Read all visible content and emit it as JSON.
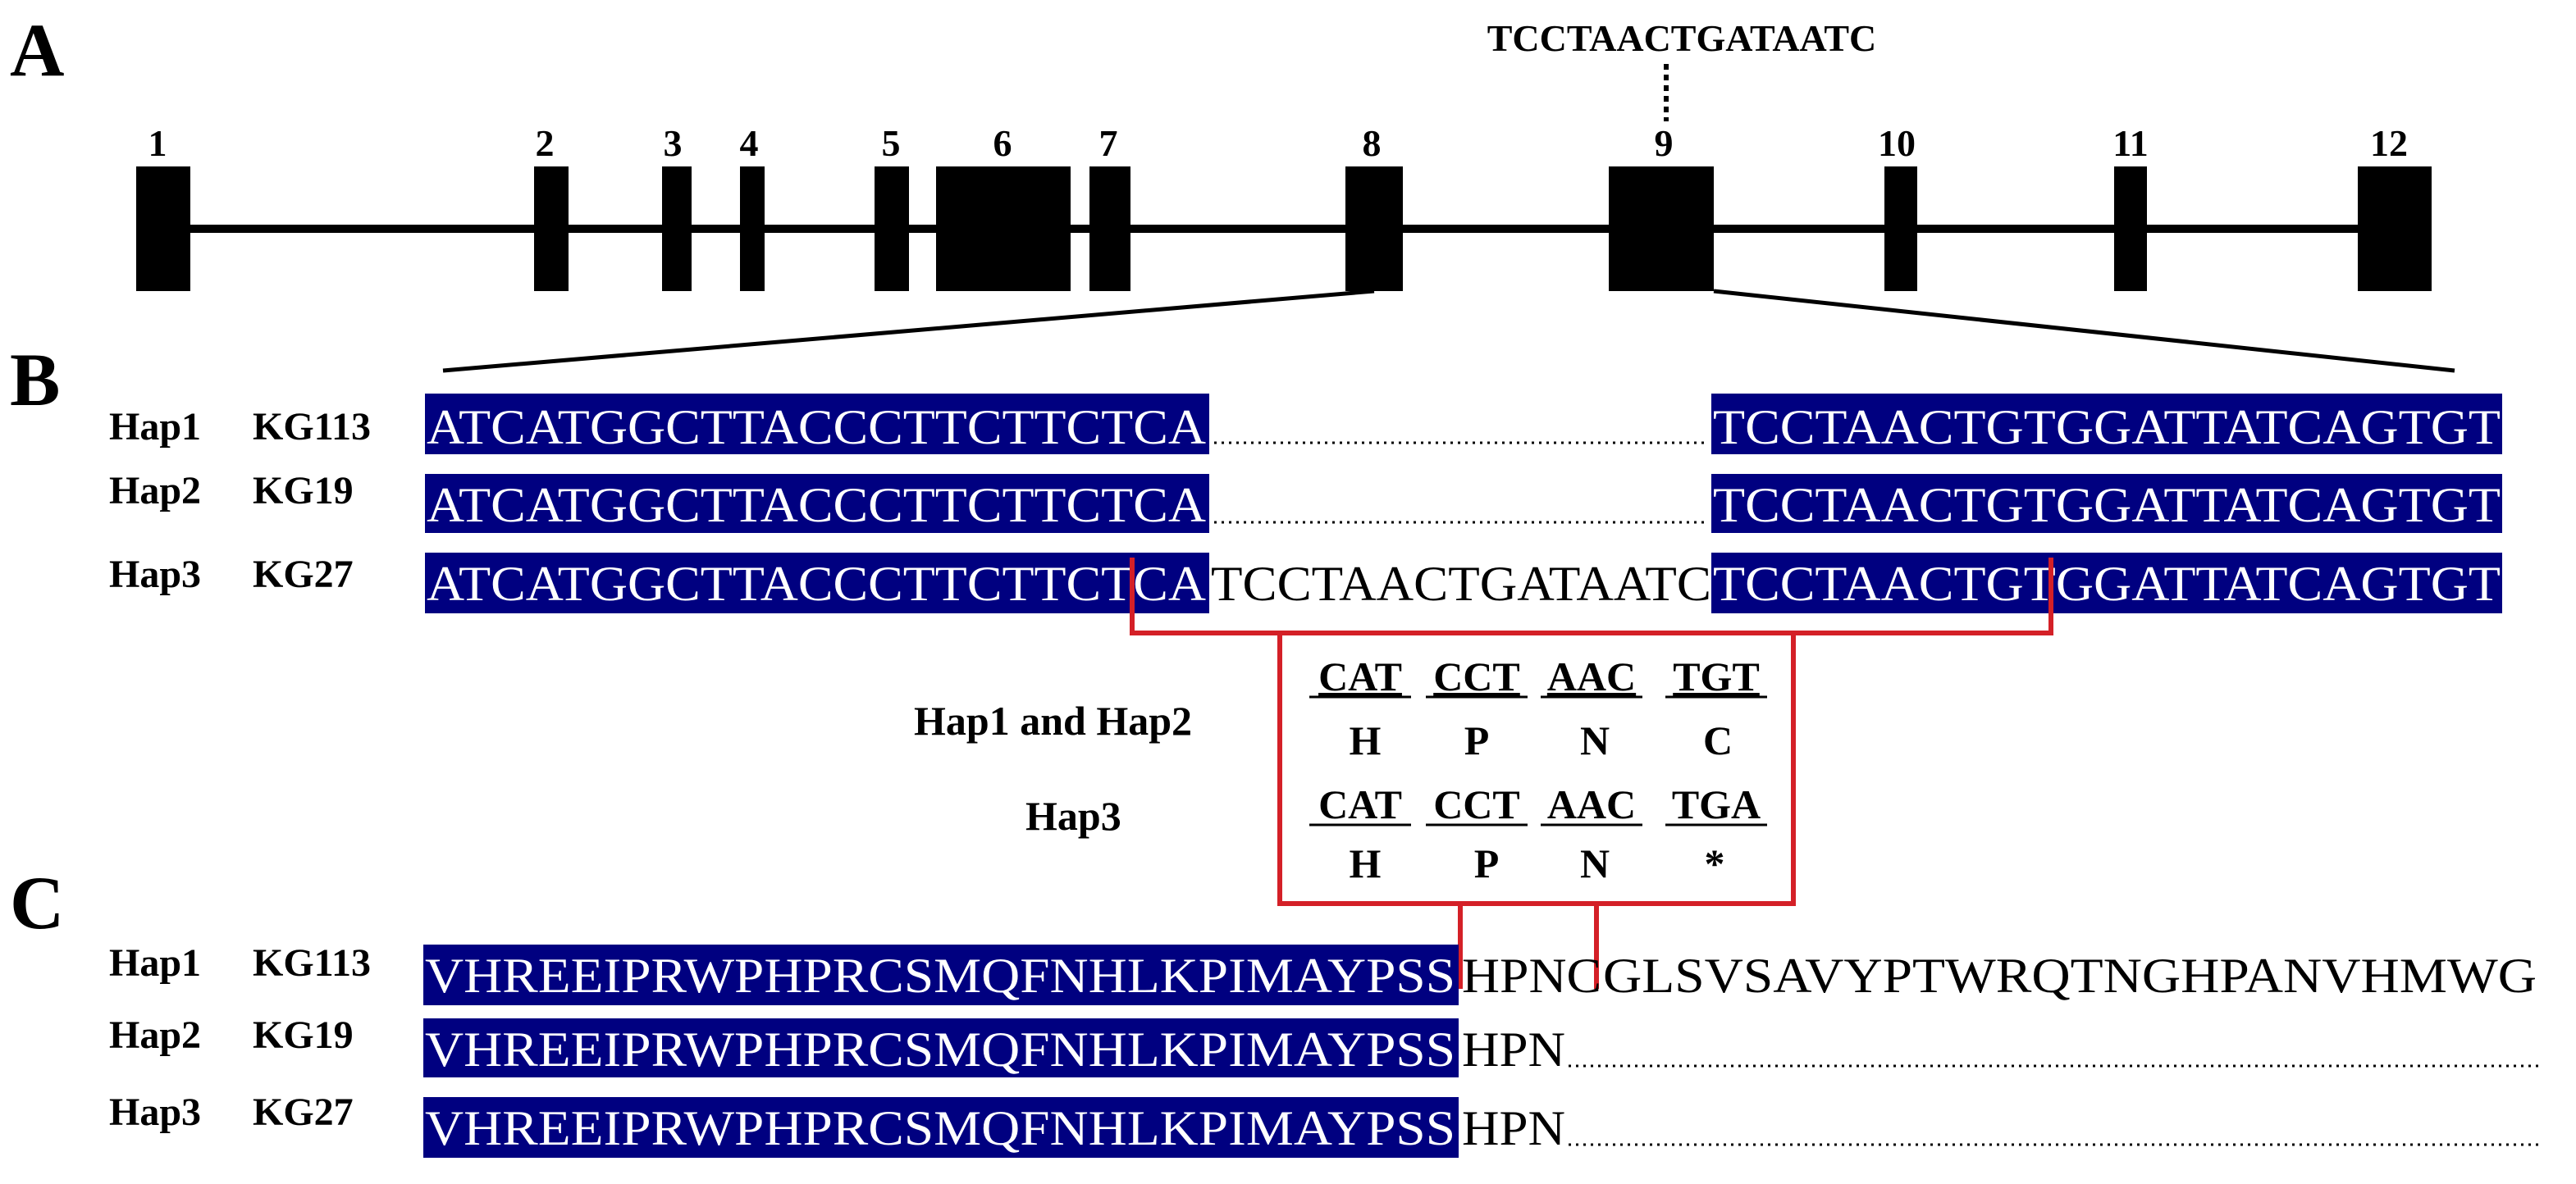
{
  "panels": {
    "a": "A",
    "b": "B",
    "c": "C"
  },
  "insertion_label": "TCCTAACTGATAATC",
  "exons": [
    "1",
    "2",
    "3",
    "4",
    "5",
    "6",
    "7",
    "8",
    "9",
    "10",
    "11",
    "12"
  ],
  "colors": {
    "highlight": "#000080",
    "bracket": "#d42027",
    "text": "#000000"
  },
  "panel_b": {
    "rows": [
      {
        "hap": "Hap1",
        "id": "KG113",
        "left": "ATCATGGCTTACCCTTCTTCTCA",
        "middle": "",
        "right": "TCCTAACTGTGGATTATCAGTGT"
      },
      {
        "hap": "Hap2",
        "id": "KG19",
        "left": "ATCATGGCTTACCCTTCTTCTCA",
        "middle": "",
        "right": "TCCTAACTGTGGATTATCAGTGT"
      },
      {
        "hap": "Hap3",
        "id": "KG27",
        "left": "ATCATGGCTTACCCTTCTTCTCA",
        "middle": "TCCTAACTGATAATC",
        "right": "TCCTAACTGTGGATTATCAGTGT"
      }
    ]
  },
  "codons": {
    "label1": "Hap1 and Hap2",
    "label2": "Hap3",
    "hap12_codons": [
      "CAT",
      "CCT",
      "AAC",
      "TGT"
    ],
    "hap12_aa": [
      "H",
      "P",
      "N",
      "C"
    ],
    "hap3_codons": [
      "CAT",
      "CCT",
      "AAC",
      "TGA"
    ],
    "hap3_aa": [
      "H",
      "P",
      "N",
      "*"
    ]
  },
  "panel_c": {
    "rows": [
      {
        "hap": "Hap1",
        "id": "KG113",
        "highlight": "VHREEIPRWPHPRCSMQFNHLKPIMAYPSS",
        "tail1": "HPNC",
        "tail2": "GLSVSAVYPTWRQTNGHPANVHMWG"
      },
      {
        "hap": "Hap2",
        "id": "KG19",
        "highlight": "VHREEIPRWPHPRCSMQFNHLKPIMAYPSS",
        "tail1": "HPN",
        "tail2": ""
      },
      {
        "hap": "Hap3",
        "id": "KG27",
        "highlight": "VHREEIPRWPHPRCSMQFNHLKPIMAYPSS",
        "tail1": "HPN",
        "tail2": ""
      }
    ]
  }
}
